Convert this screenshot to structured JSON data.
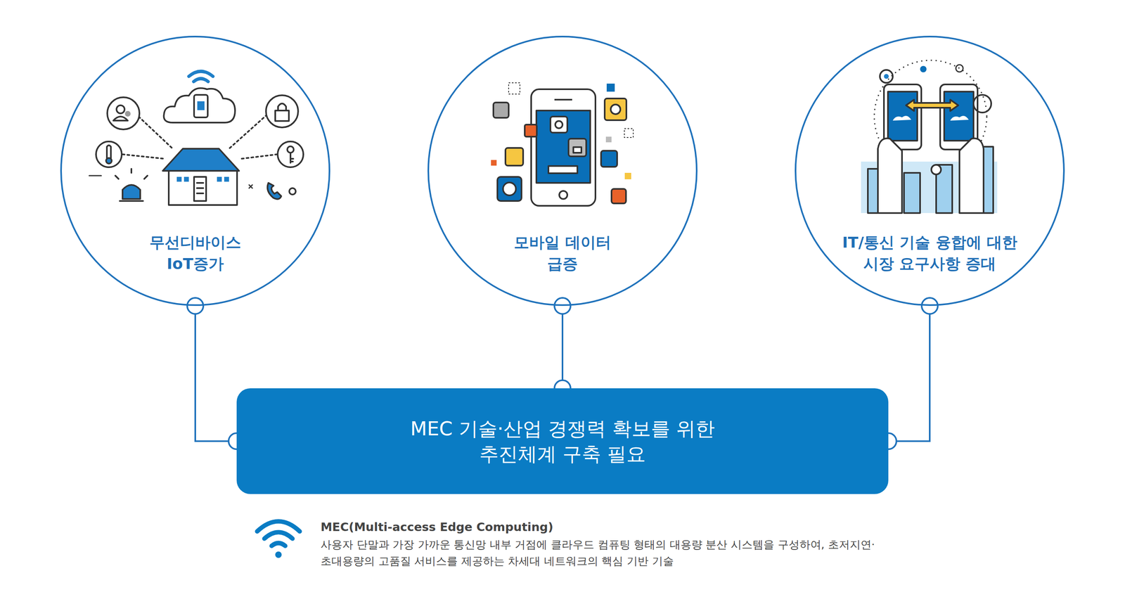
{
  "diagram": {
    "nodes": [
      {
        "text": [
          "무선디바이스 IoT증가"
        ]
      },
      {
        "text": [
          "모바일 데이터 급증"
        ]
      },
      {
        "text": [
          "IT/통신 기술 융합에 대한 시장 요구사항 증대"
        ]
      },
      {
        "text": [
          "MEC 기술·산업 경쟁력 확보를 위한 추진체계 구축 필요"
        ]
      }
    ],
    "edges": [
      {
        "from": 0,
        "to": 3,
        "arrow": "none"
      },
      {
        "from": 1,
        "to": 3,
        "arrow": "none"
      },
      {
        "from": 2,
        "to": 3,
        "arrow": "none"
      }
    ],
    "labels": [
      "MEC(Multi-access Edge Computing)",
      "사용자 단말과 가장 가까운 통신망 내부 거점에 클라우드 컴퓨팅 형태의 대용량 분산 시스템을 구성하여, 초저지연·초대용량의 고품질 서비스를 제공하는 차세대 네트워크의 핵심 기반 기술"
    ]
  }
}
